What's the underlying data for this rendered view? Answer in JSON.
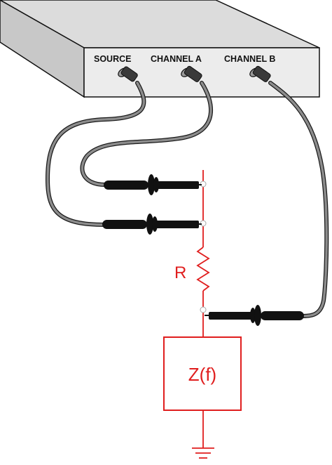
{
  "instrument": {
    "ports": [
      {
        "label": "SOURCE"
      },
      {
        "label": "CHANNEL A"
      },
      {
        "label": "CHANNEL B"
      }
    ]
  },
  "circuit": {
    "resistor_label": "R",
    "impedance_label": "Z(f)"
  },
  "colors": {
    "circuit": "#e01e1e",
    "cable": "#8c8c8c",
    "probe": "#111111",
    "box_top": "#dcdcdc",
    "box_side": "#c8c8c8",
    "box_front": "#ececec"
  },
  "icons": {
    "ground": "ground-icon",
    "connector": "bnc-connector-icon",
    "probe": "probe-icon"
  }
}
